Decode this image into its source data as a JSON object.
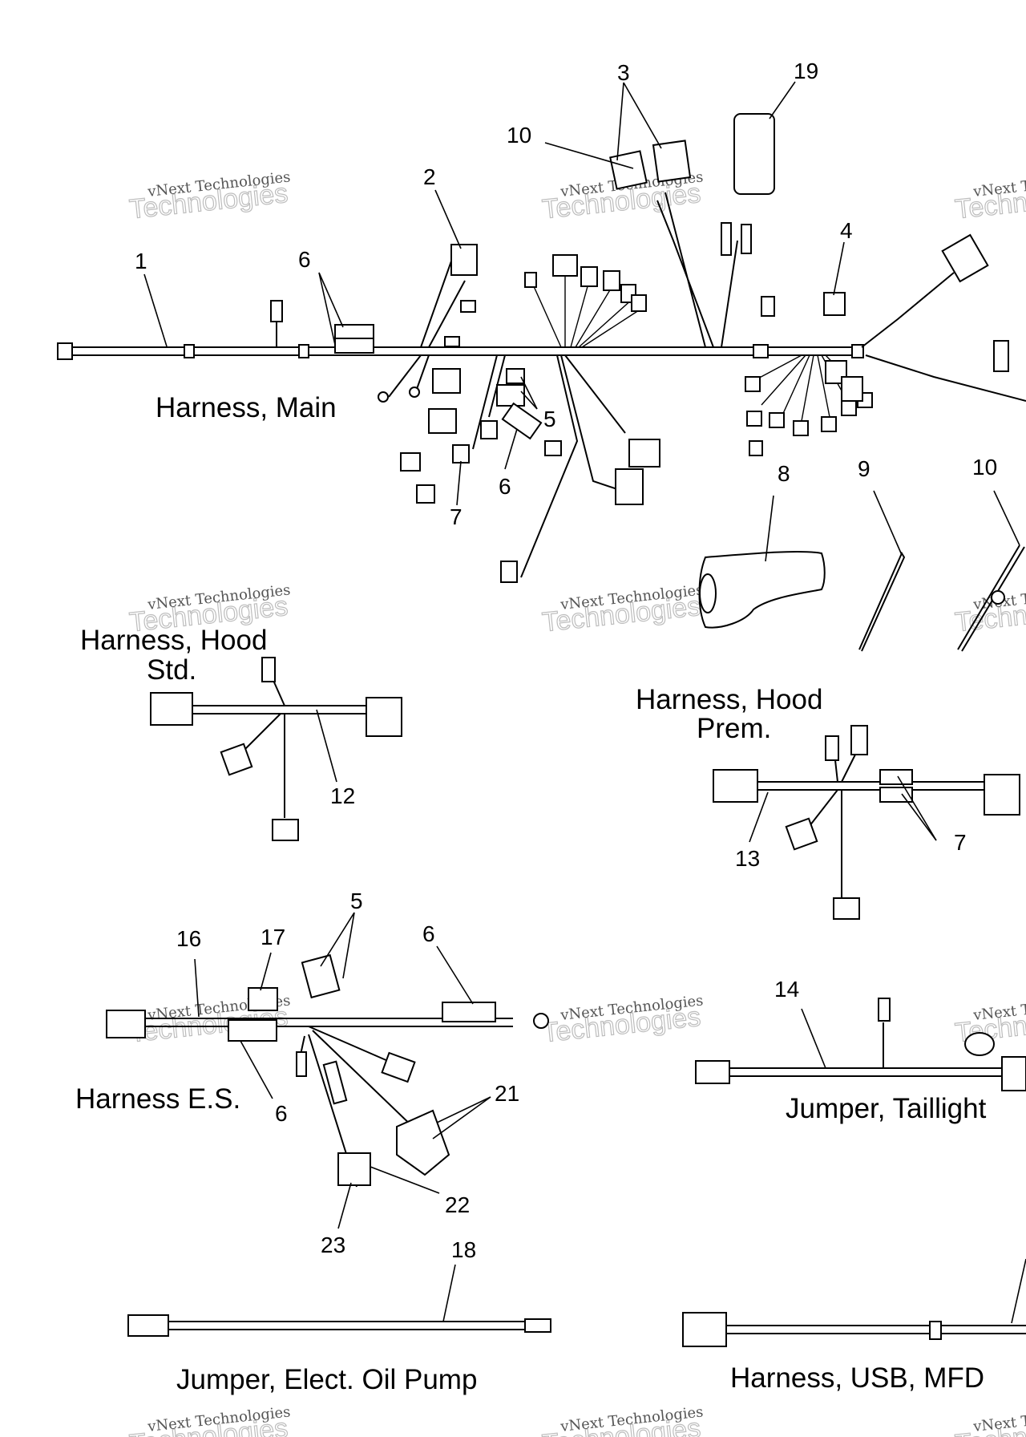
{
  "diagram": {
    "captions": {
      "harness_main": "Harness, Main",
      "harness_hood_std_line1": "Harness, Hood",
      "harness_hood_std_line2": "Std.",
      "harness_hood_prem_line1": "Harness, Hood",
      "harness_hood_prem_line2": "Prem.",
      "harness_es": "Harness E.S.",
      "jumper_taillight": "Jumper, Taillight",
      "jumper_oil_pump": "Jumper, Elect. Oil Pump",
      "harness_usb_mfd": "Harness, USB, MFD"
    },
    "callouts": {
      "main_1": "1",
      "main_2": "2",
      "main_3": "3",
      "main_4": "4",
      "main_5": "5",
      "main_6a": "6",
      "main_6b": "6",
      "main_7": "7",
      "main_8": "8",
      "main_9": "9",
      "main_10a": "10",
      "main_10b": "10",
      "main_19": "19",
      "std_12": "12",
      "prem_13": "13",
      "prem_7": "7",
      "es_5": "5",
      "es_6a": "6",
      "es_6b": "6",
      "es_16": "16",
      "es_17": "17",
      "es_21": "21",
      "es_22": "22",
      "es_23": "23",
      "tail_14": "14",
      "oil_18": "18"
    },
    "watermark": {
      "line1": "vNext Technologies",
      "line2": "Technologies"
    }
  }
}
